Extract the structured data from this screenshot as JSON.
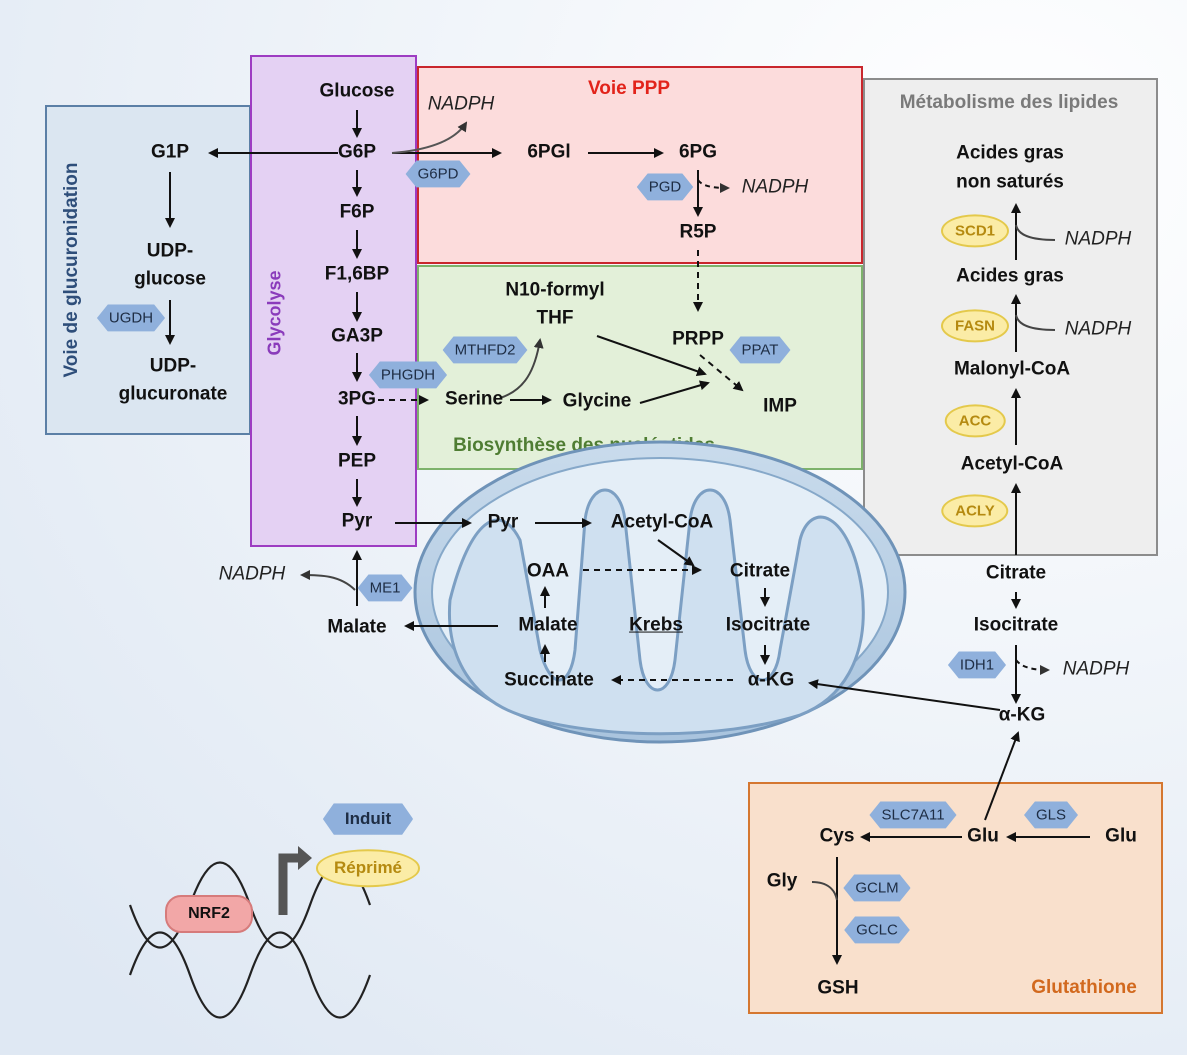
{
  "sections": {
    "glucuronidation": "Voie de glucuronidation",
    "glycolysis": "Glycolyse",
    "ppp": "Voie PPP",
    "nucleotides": "Biosynthèse des nucléotides",
    "lipids": "Métabolisme des lipides",
    "glutathione": "Glutathione"
  },
  "colors": {
    "glucuronidation": "#dbe6f1",
    "glycolysis": "#e4d1f3",
    "ppp": "#fcdcdc",
    "nucleotides": "#e3f0d9",
    "lipids": "#eeeeee",
    "glutathione": "#f9e0cc",
    "enzyme_induced": "#8fb0dc",
    "enzyme_repressed": "#fbeca6",
    "nrf2": "#f2a7a7"
  },
  "metabolites": {
    "glucose": "Glucose",
    "g6p": "G6P",
    "f6p": "F6P",
    "f16bp": "F1,6BP",
    "ga3p": "GA3P",
    "pg3": "3PG",
    "pep": "PEP",
    "pyr": "Pyr",
    "g1p": "G1P",
    "udp_glucose": "UDP-\nglucose",
    "udp_glucuronate": "UDP-\nglucuronate",
    "pgl6": "6PGl",
    "pg6": "6PG",
    "r5p": "R5P",
    "prpp": "PRPP",
    "n10_formyl_thf": "N10-formyl\nTHF",
    "serine": "Serine",
    "glycine": "Glycine",
    "imp": "IMP",
    "malate_cyto": "Malate",
    "pyr_mito": "Pyr",
    "acetyl_coa_mito": "Acetyl-CoA",
    "oaa": "OAA",
    "citrate_mito": "Citrate",
    "malate_mito": "Malate",
    "krebs": "Krebs",
    "isocitrate_mito": "Isocitrate",
    "succinate": "Succinate",
    "akg_mito": "α-KG",
    "fa_unsat": "Acides gras\nnon saturés",
    "fa": "Acides gras",
    "malonyl_coa": "Malonyl-CoA",
    "acetyl_coa": "Acetyl-CoA",
    "citrate": "Citrate",
    "isocitrate": "Isocitrate",
    "akg": "α-KG",
    "cys": "Cys",
    "glu1": "Glu",
    "glu2": "Glu",
    "gly": "Gly",
    "gsh": "GSH"
  },
  "cofactors": {
    "nadph_g6pd": "NADPH",
    "nadph_pgd": "NADPH",
    "nadph_scd1": "NADPH",
    "nadph_fasn": "NADPH",
    "nadph_me1": "NADPH",
    "nadph_idh1": "NADPH"
  },
  "enzymes_induced": {
    "g6pd": "G6PD",
    "pgd": "PGD",
    "ugdh": "UGDH",
    "mthfd2": "MTHFD2",
    "phgdh": "PHGDH",
    "ppat": "PPAT",
    "me1": "ME1",
    "idh1": "IDH1",
    "slc7a11": "SLC7A11",
    "gls": "GLS",
    "gclm": "GCLM",
    "gclc": "GCLC"
  },
  "enzymes_repressed": {
    "scd1": "SCD1",
    "fasn": "FASN",
    "acc": "ACC",
    "acly": "ACLY"
  },
  "legend": {
    "induced": "Induit",
    "repressed": "Réprimé",
    "nrf2": "NRF2"
  }
}
